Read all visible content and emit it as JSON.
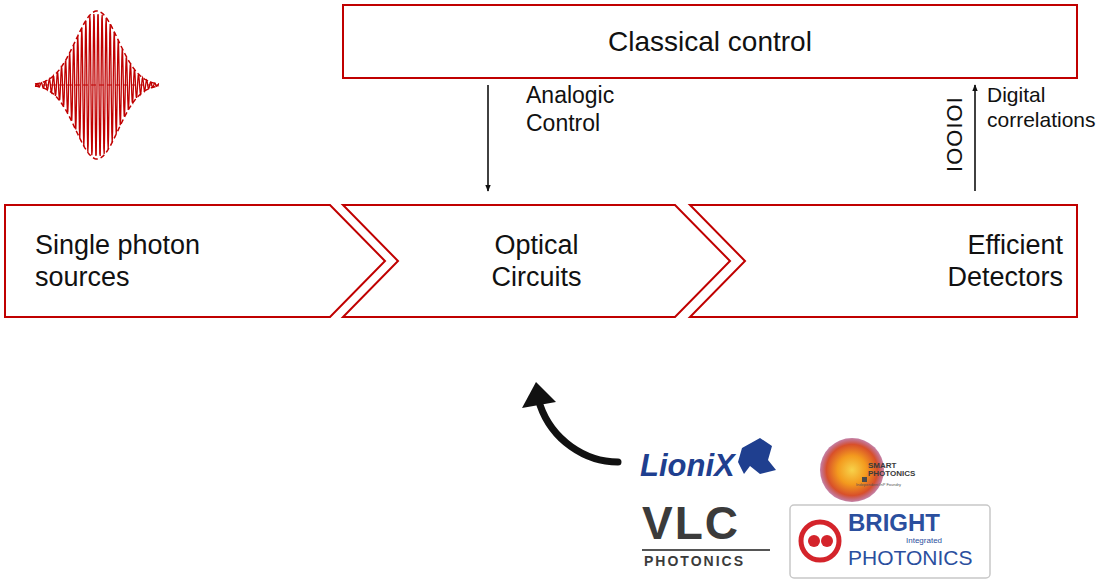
{
  "diagram": {
    "nodes": [
      {
        "text": [
          "Classical control"
        ]
      },
      {
        "text": [
          "Single photon sources"
        ]
      },
      {
        "text": [
          "Optical Circuits"
        ]
      },
      {
        "text": [
          "Efficient Detectors"
        ]
      }
    ],
    "edges": [
      {
        "from": 0,
        "to": 2,
        "arrow": "to",
        "label": "Analogic Control"
      },
      {
        "from": 3,
        "to": 0,
        "arrow": "to",
        "label": "Digital correlations"
      }
    ],
    "labels": [
      "IOIOOI",
      "LioniX",
      "SMART PHOTONICS",
      "Independent InP Foundry",
      "VLC",
      "PHOTONICS",
      "BRIGHT",
      "Integrated",
      "PHOTONICS"
    ]
  }
}
